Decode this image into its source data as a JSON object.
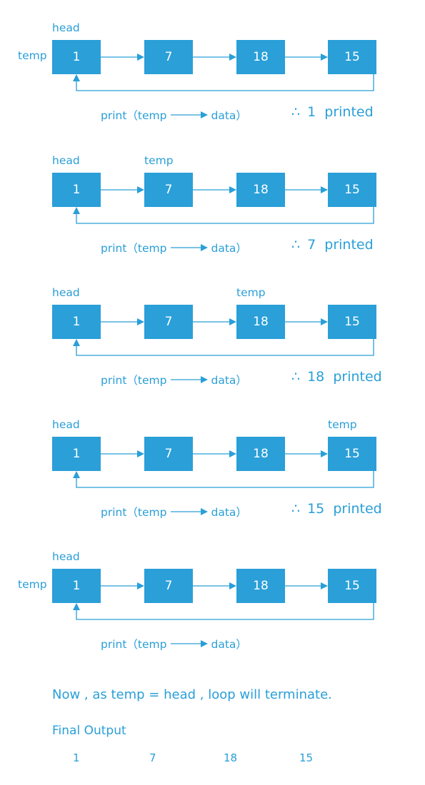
{
  "labels": {
    "head": "head",
    "temp": "temp"
  },
  "nodes": [
    "1",
    "7",
    "18",
    "15"
  ],
  "expression": {
    "prefix": "print（temp",
    "suffix": "data）"
  },
  "therefore_symbol": "∴",
  "steps": [
    {
      "temp_at": "left",
      "result": "1  printed"
    },
    {
      "temp_at": "node-1",
      "result": "7  printed"
    },
    {
      "temp_at": "node-2",
      "result": "18  printed"
    },
    {
      "temp_at": "node-3",
      "result": "15  printed"
    },
    {
      "temp_at": "left",
      "result": ""
    }
  ],
  "conclusion": "Now , as temp  =  head , loop will terminate.",
  "final_output": {
    "title": "Final Output",
    "values": [
      "1",
      "7",
      "18",
      "15"
    ]
  },
  "colors": {
    "node_fill": "#2a9fd8",
    "node_text": "#ffffff",
    "line": "#2a9fd8"
  }
}
